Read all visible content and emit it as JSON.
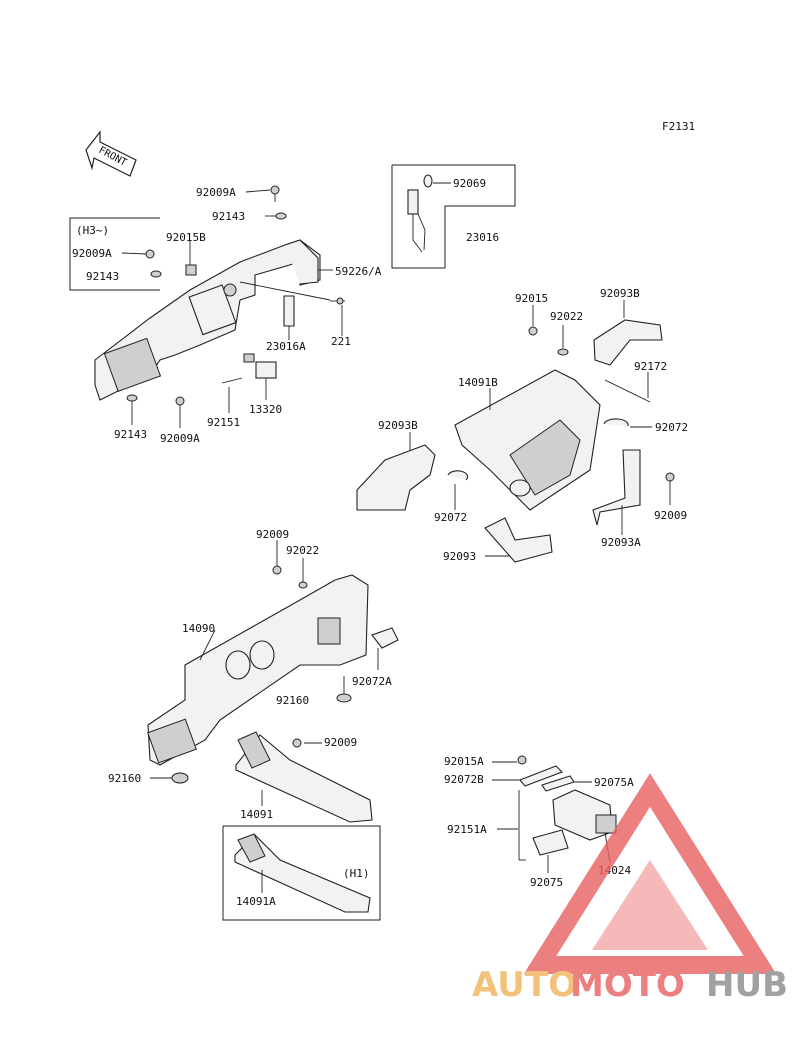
{
  "figure_code": "F2131",
  "front_arrow_label": "FRONT",
  "group_labels": {
    "h3": "(H3~)",
    "h1": "(H1)"
  },
  "parts": {
    "p92009A_top": "92009A",
    "p92143_top": "92143",
    "p92009A_h3": "92009A",
    "p92143_h3": "92143",
    "p92015B": "92015B",
    "p59226A": "59226/A",
    "p92069": "92069",
    "p23016": "23016",
    "p23016A": "23016A",
    "p221": "221",
    "p92151": "92151",
    "p13320": "13320",
    "p92143_low": "92143",
    "p92009A_low": "92009A",
    "p92015": "92015",
    "p92022_r": "92022",
    "p92093B_r": "92093B",
    "p92172": "92172",
    "p14091B": "14091B",
    "p92093B_l": "92093B",
    "p92072_r": "92072",
    "p92072_l": "92072",
    "p92009_r": "92009",
    "p92093A": "92093A",
    "p92093": "92093",
    "p92009_c": "92009",
    "p92022_c": "92022",
    "p14090": "14090",
    "p92072A": "92072A",
    "p92160_c": "92160",
    "p92160_l": "92160",
    "p92009_b": "92009",
    "p14091": "14091",
    "p14091A": "14091A",
    "p92015A": "92015A",
    "p92072B": "92072B",
    "p92075A": "92075A",
    "p92151A": "92151A",
    "p92075": "92075",
    "p14024": "14024"
  },
  "watermark": {
    "auto": "AUTO",
    "moto": "MOTO",
    "hub": "HUB",
    "colors": {
      "auto": "#f0b35a",
      "moto": "#e86060",
      "hub": "#8a8a8a",
      "triangle": "#e86060"
    }
  }
}
